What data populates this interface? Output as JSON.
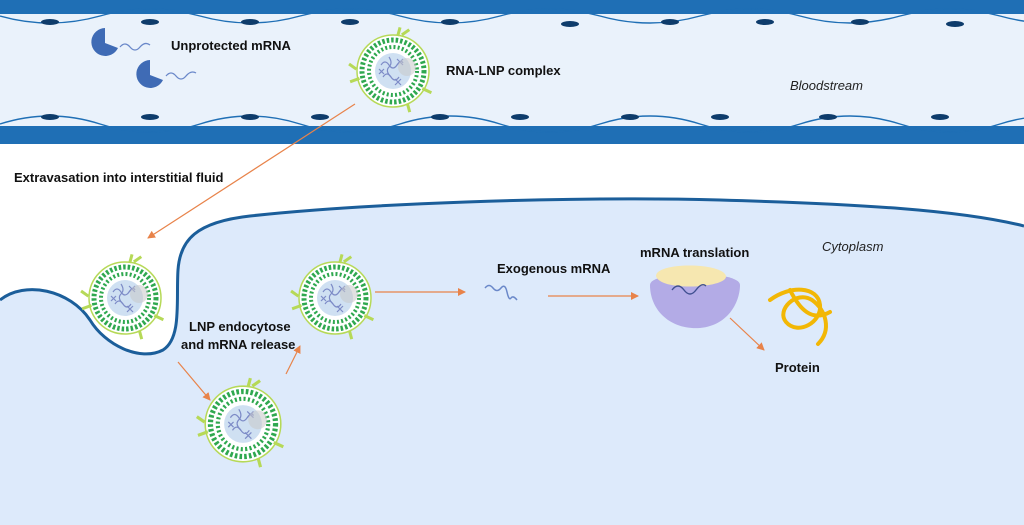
{
  "labels": {
    "unprotected_mrna": "Unprotected mRNA",
    "rna_lnp_complex": "RNA-LNP complex",
    "bloodstream": "Bloodstream",
    "extravasation": "Extravasation into interstitial fluid",
    "cytoplasm": "Cytoplasm",
    "exogenous_mrna": "Exogenous mRNA",
    "mrna_translation": "mRNA translation",
    "lnp_endocytose_line1": "LNP endocytose",
    "lnp_endocytose_line2": "and mRNA release",
    "protein": "Protein"
  },
  "colors": {
    "vessel_wall": "#1f6fb5",
    "vessel_lumen": "#eaf2fb",
    "cell_membrane": "#1b5e9a",
    "cytoplasm_fill": "#ddeafb",
    "arrow": "#e8834a",
    "nuclease": "#3f6bb5",
    "lnp_green": "#2fa84f",
    "lnp_lime": "#b6d957",
    "ribosome_small": "#f6e7b0",
    "ribosome_large": "#b3abe6",
    "protein": "#f2b705"
  },
  "icons": [
    "nuclease-icon",
    "mrna-strand-icon",
    "lnp-particle-icon",
    "ribosome-icon",
    "protein-icon",
    "arrow-icon"
  ]
}
